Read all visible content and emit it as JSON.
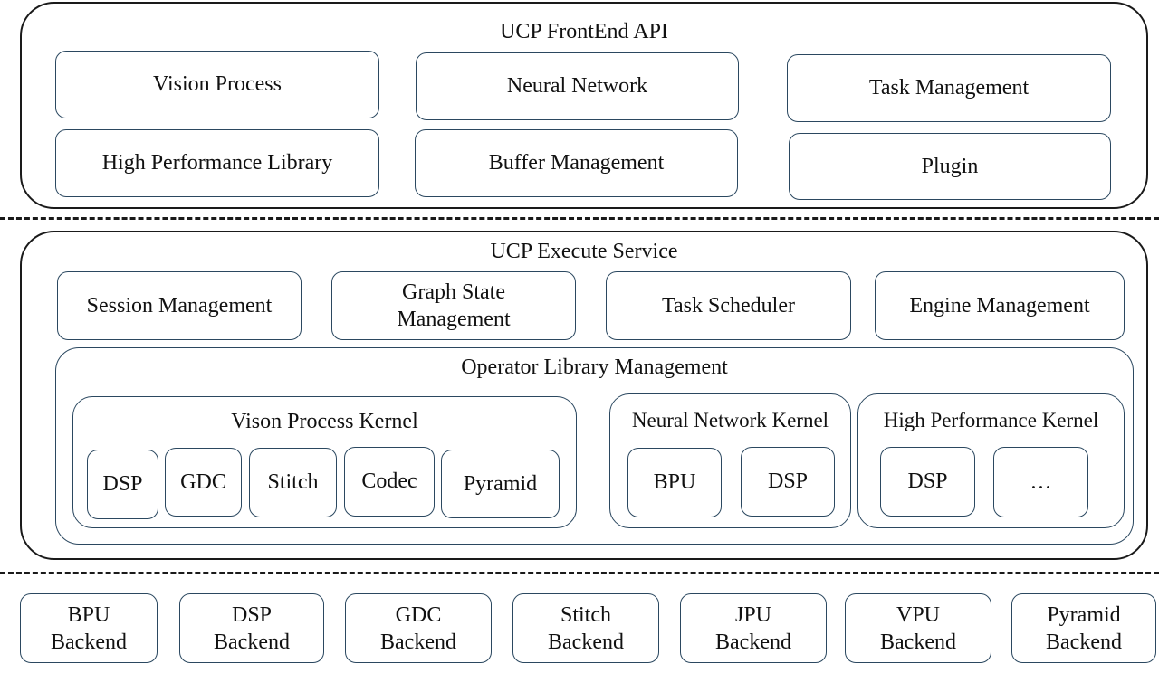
{
  "frontend": {
    "title": "UCP FrontEnd API",
    "modules": [
      "Vision Process",
      "Neural Network",
      "Task Management",
      "High Performance Library",
      "Buffer Management",
      "Plugin"
    ]
  },
  "execute": {
    "title": "UCP Execute Service",
    "services": [
      "Session Management",
      "Graph State",
      "Management",
      "Task Scheduler",
      "Engine Management"
    ],
    "operator_library": {
      "title": "Operator Library Management",
      "vision_kernel": {
        "title": "Vison Process Kernel",
        "items": [
          "DSP",
          "GDC",
          "Stitch",
          "Codec",
          "Pyramid"
        ]
      },
      "neural_kernel": {
        "title": "Neural Network Kernel",
        "items": [
          "BPU",
          "DSP"
        ]
      },
      "hp_kernel": {
        "title": "High Performance Kernel",
        "items": [
          "DSP",
          "…"
        ]
      }
    }
  },
  "backends": [
    [
      "BPU",
      "Backend"
    ],
    [
      "DSP",
      "Backend"
    ],
    [
      "GDC",
      "Backend"
    ],
    [
      "Stitch",
      "Backend"
    ],
    [
      "JPU",
      "Backend"
    ],
    [
      "VPU",
      "Backend"
    ],
    [
      "Pyramid",
      "Backend"
    ]
  ]
}
